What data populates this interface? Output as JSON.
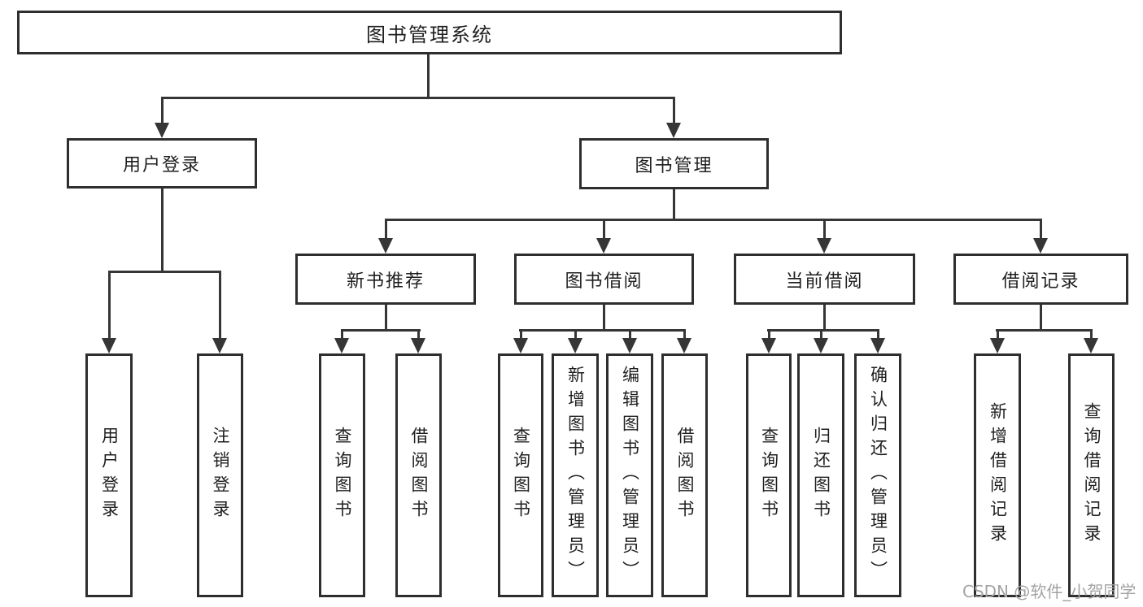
{
  "tree": {
    "label": "图书管理系统",
    "children": [
      {
        "label": "用户登录",
        "children": [
          {
            "label": "用户登录"
          },
          {
            "label": "注销登录"
          }
        ]
      },
      {
        "label": "图书管理",
        "children": [
          {
            "label": "新书推荐",
            "children": [
              {
                "label": "查询图书"
              },
              {
                "label": "借阅图书"
              }
            ]
          },
          {
            "label": "图书借阅",
            "children": [
              {
                "label": "查询图书"
              },
              {
                "label": "新增图书（管理员）"
              },
              {
                "label": "编辑图书（管理员）"
              },
              {
                "label": "借阅图书"
              }
            ]
          },
          {
            "label": "当前借阅",
            "children": [
              {
                "label": "查询图书"
              },
              {
                "label": "归还图书"
              },
              {
                "label": "确认归还（管理员）"
              }
            ]
          },
          {
            "label": "借阅记录",
            "children": [
              {
                "label": "新增借阅记录"
              },
              {
                "label": "查询借阅记录"
              }
            ]
          }
        ]
      }
    ]
  },
  "watermark": {
    "text": "CSDN @软件_小贺同学"
  },
  "colors": {
    "line": "#363636",
    "box_border": "#2e2e2e",
    "text": "#1f1f1f",
    "background": "#ffffff",
    "watermark": "#a3a3a3"
  }
}
